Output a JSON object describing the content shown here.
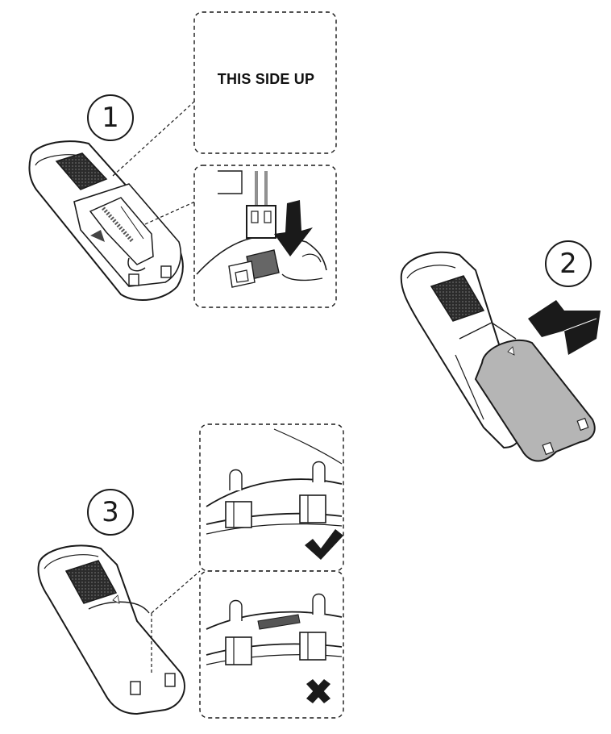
{
  "steps": [
    {
      "number": "1"
    },
    {
      "number": "2"
    },
    {
      "number": "3"
    }
  ],
  "callout_label": "THIS SIDE UP",
  "indicators": {
    "correct": "check-icon",
    "incorrect": "cross-icon"
  },
  "colors": {
    "line": "#1a1a1a",
    "speaker_mesh": "#2b2b2b",
    "battery_cover": "#b5b5b5",
    "arrow_fill": "#1a1a1a"
  }
}
